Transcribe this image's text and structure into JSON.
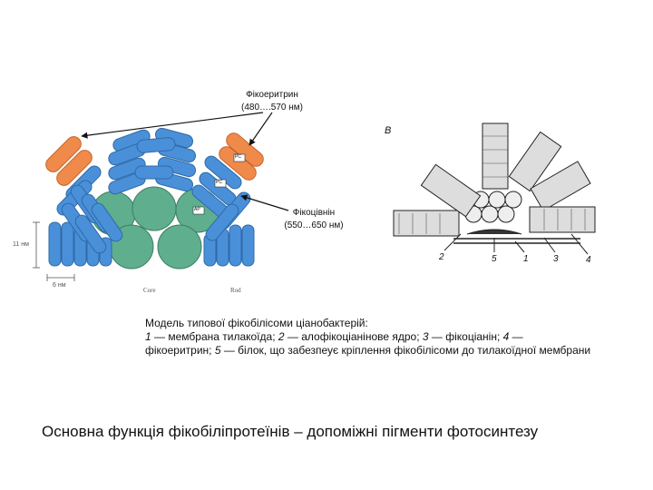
{
  "slide": {
    "label_phycoerythrin": "Фікоеритрин",
    "label_phycoerythrin_range": "(480….570 нм)",
    "label_phycocyanin": "Фікоцівнін",
    "label_phycocyanin_range": "(550…650 нм)",
    "diagram_a": {
      "dim_height": "11 нм",
      "dim_width": "6 нм",
      "label_core": "Core",
      "label_rod": "Rod",
      "tag_pc": "PC",
      "tag_ap": "AP"
    },
    "diagram_b": {
      "letter": "B",
      "num_2": "2",
      "num_5": "5",
      "num_1": "1",
      "num_3": "3",
      "num_4": "4"
    },
    "caption": {
      "line1": "Модель типової фікобілісоми ціанобактерій:",
      "n1": "1",
      "t1": " — мембрана тилакоїда; ",
      "n2": "2",
      "t2": " — алофікоціанінове ядро; ",
      "n3": "3",
      "t3": " — фікоціанін; ",
      "n4": "4",
      "t4": " —",
      "t4b": "фікоеритрин; ",
      "n5": "5",
      "t5": " — білок, що забезпеує кріплення фікобілісоми  до тилакоїдної мембрани"
    },
    "main_statement": "Основна функція фікобіліпротеїнів – допоміжні пігменти фотосинтезу"
  },
  "colors": {
    "phycoerythrin": "#f08a4b",
    "phycocyanin": "#4a90d9",
    "allophycocyanin_core": "#5fae8e"
  }
}
